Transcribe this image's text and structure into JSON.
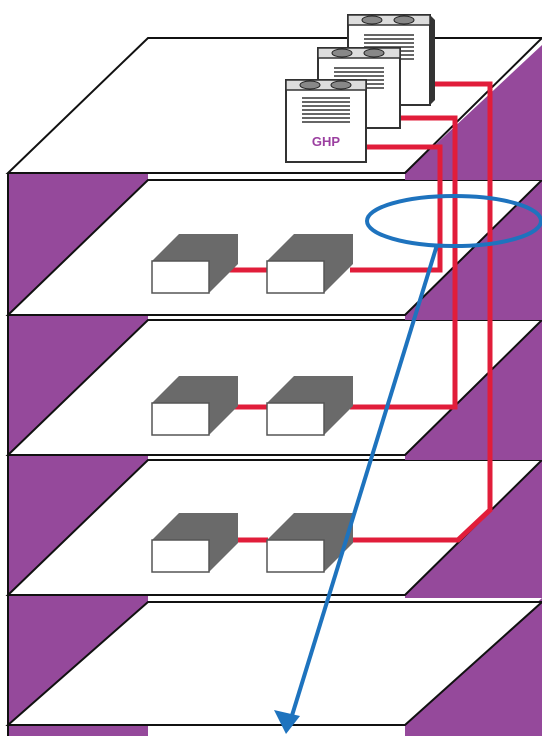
{
  "diagram": {
    "colors": {
      "wall": "#95499B",
      "floor": "#ffffff",
      "outline": "#111111",
      "pipe": "#E11D3A",
      "highlight": "#1E73BE",
      "unit_top": "#6A6A6A",
      "unit_front": "#ffffff",
      "ghp_label": "#9B3FA0"
    },
    "outdoor_units": [
      {
        "id": "ghp-unit-rear",
        "label": ""
      },
      {
        "id": "ghp-unit-middle",
        "label": ""
      },
      {
        "id": "ghp-unit-front",
        "label": "GHP"
      }
    ],
    "floors": [
      {
        "id": "floor-1",
        "indoor_units": 2
      },
      {
        "id": "floor-2",
        "indoor_units": 2
      },
      {
        "id": "floor-3",
        "indoor_units": 2
      },
      {
        "id": "floor-4",
        "indoor_units": 0
      }
    ],
    "highlight_shape": "ellipse",
    "highlight_arrow": "down-left"
  }
}
